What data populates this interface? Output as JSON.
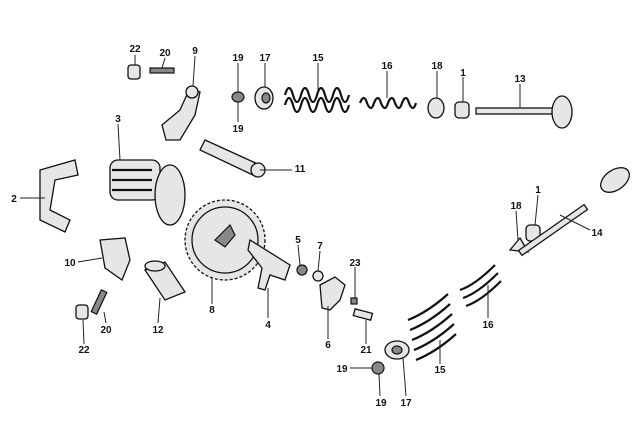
{
  "diagram": {
    "type": "exploded parts diagram",
    "labels": {
      "l22a": "22",
      "l20a": "20",
      "l9": "9",
      "l19a": "19",
      "l17a": "17",
      "l15a": "15",
      "l16a": "16",
      "l18a": "18",
      "l1a": "1",
      "l13": "13",
      "l3": "3",
      "l19b": "19",
      "l11": "11",
      "l2": "2",
      "l1b": "1",
      "l18b": "18",
      "l14": "14",
      "l5": "5",
      "l7": "7",
      "l10": "10",
      "l23": "23",
      "l8": "8",
      "l4": "4",
      "l16b": "16",
      "l12": "12",
      "l20b": "20",
      "l6": "6",
      "l21": "21",
      "l22b": "22",
      "l15b": "15",
      "l19c": "19",
      "l19d": "19",
      "l17b": "17"
    }
  }
}
